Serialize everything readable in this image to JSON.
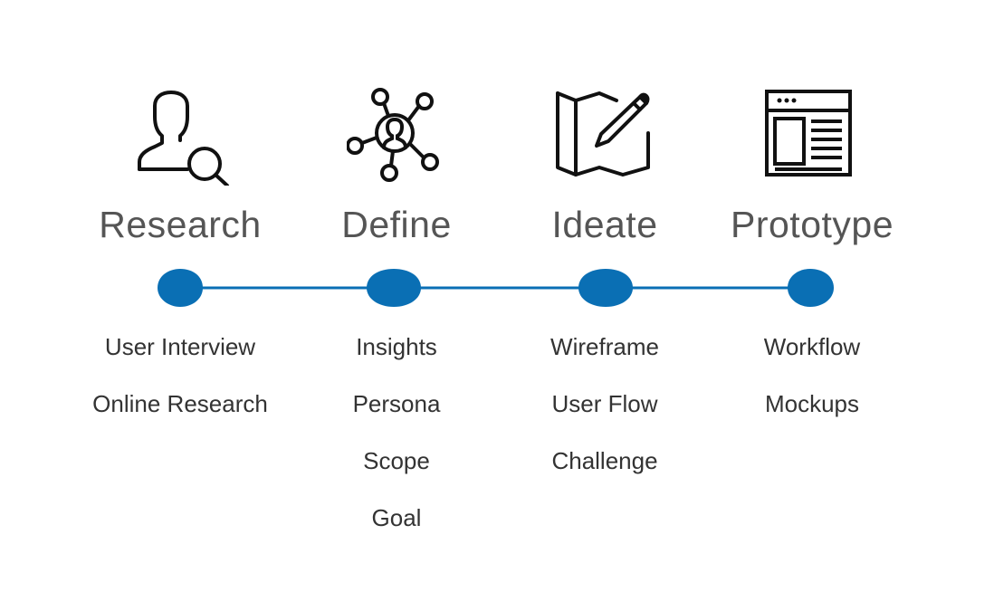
{
  "colors": {
    "accent": "#0a6fb4",
    "title": "#555555",
    "item": "#333333",
    "icon": "#111111"
  },
  "stages": [
    {
      "title": "Research",
      "icon": "user-search-icon",
      "items": [
        "User Interview",
        "Online Research"
      ]
    },
    {
      "title": "Define",
      "icon": "network-user-icon",
      "items": [
        "Insights",
        "Persona",
        "Scope",
        "Goal"
      ]
    },
    {
      "title": "Ideate",
      "icon": "map-pencil-icon",
      "items": [
        "Wireframe",
        "User Flow",
        "Challenge"
      ]
    },
    {
      "title": "Prototype",
      "icon": "browser-layout-icon",
      "items": [
        "Workflow",
        "Mockups"
      ]
    }
  ]
}
